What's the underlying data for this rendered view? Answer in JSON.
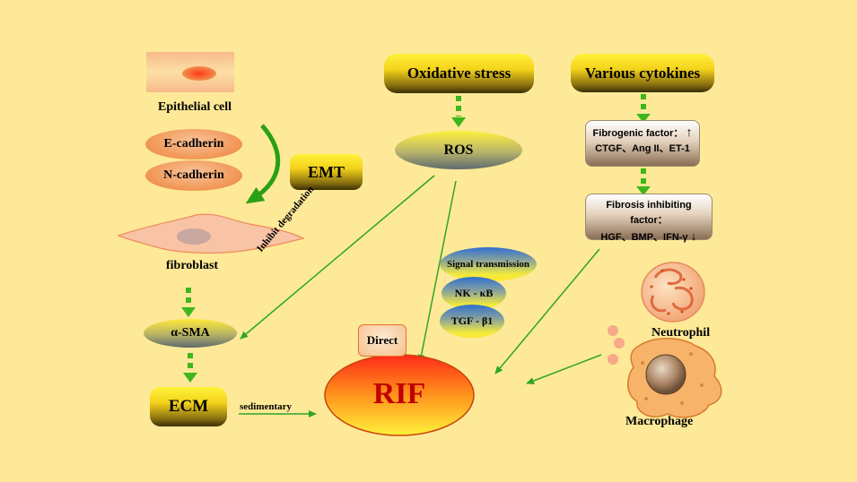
{
  "colors": {
    "background": "#fde997",
    "arrow_green": "#2fa526",
    "dashed_green": "#3fb61c",
    "rif_red": "#c00000"
  },
  "left_column": {
    "epithelial_label": "Epithelial cell",
    "e_cadherin": "E-cadherin",
    "n_cadherin": "N-cadherin",
    "emt": "EMT",
    "fibroblast_label": "fibroblast",
    "alpha_sma": "α-SMA",
    "ecm": "ECM",
    "sedimentary": "sedimentary"
  },
  "center": {
    "oxidative_stress": "Oxidative stress",
    "ros": "ROS",
    "inhibit_degradation": "Inhibit degradation",
    "signal_transmission": "Signal transmission",
    "nk_kb": "NK - κB",
    "tgf_b1": "TGF - β1",
    "direct": "Direct",
    "rif": "RIF"
  },
  "right_column": {
    "various_cytokines": "Various cytokines",
    "fibrogenic_line1": "Fibrogenic factor：",
    "fibrogenic_line2": "CTGF、Ang II、ET-1",
    "fibrogenic_arrow": "↑",
    "inhibiting_line1": "Fibrosis inhibiting factor：",
    "inhibiting_line2": "HGF、BMP、IFN-γ",
    "inhibiting_arrow": "↓",
    "neutrophil": "Neutrophil",
    "macrophage": "Macrophage"
  },
  "icons": [
    "epithelial-cell-icon",
    "fibroblast-cell-icon",
    "neutrophil-icon",
    "macrophage-icon"
  ]
}
